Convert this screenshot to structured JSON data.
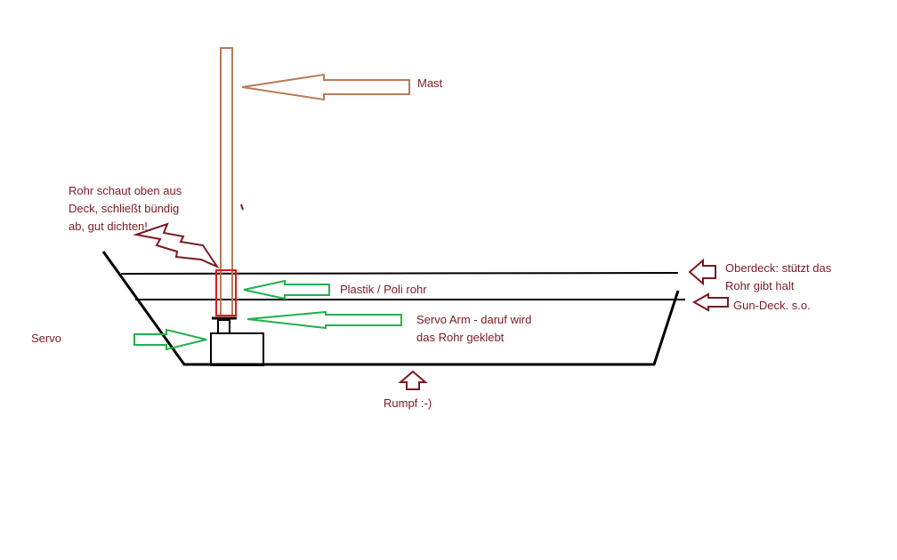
{
  "labels": {
    "mast": "Mast",
    "rohr_note": "Rohr schaut oben aus\nDeck, schließt bündig\nab, gut dichten!",
    "plastik_rohr": "Plastik / Poli rohr",
    "servo_arm": "Servo Arm - daruf wird\ndas Rohr geklebt",
    "servo": "Servo",
    "oberdeck": "Oberdeck: stützt das\nRohr gibt halt",
    "gun_deck": "Gun-Deck. s.o.",
    "rumpf": "Rumpf :-)"
  },
  "colors": {
    "label_text": "#7b1a22",
    "mast_brown": "#b97a57",
    "highlight_red": "#e0161e",
    "arrow_green": "#22b14c",
    "arrow_darkred": "#7b1a22",
    "hull_black": "#000000"
  }
}
